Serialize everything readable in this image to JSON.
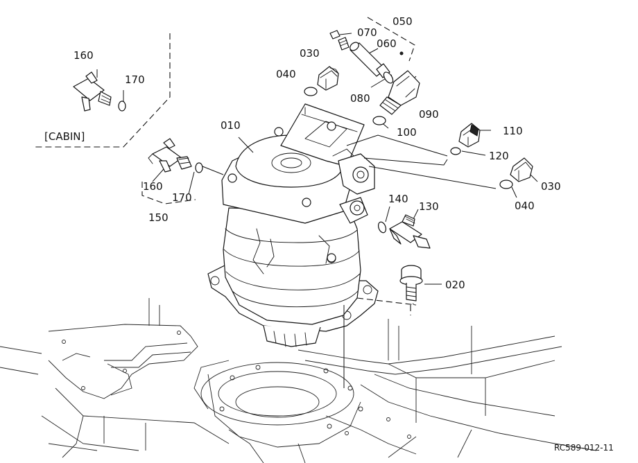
{
  "labels": {
    "p010": "010",
    "p020": "020",
    "p030a": "030",
    "p030b": "030",
    "p040a": "040",
    "p040b": "040",
    "p050": "050",
    "p060": "060",
    "p070": "070",
    "p080": "080",
    "p090": "090",
    "p100": "100",
    "p110": "110",
    "p120": "120",
    "p130": "130",
    "p140": "140",
    "p150": "150",
    "p160a": "160",
    "p160b": "160",
    "p170a": "170",
    "p170b": "170",
    "cabin": "[CABIN]",
    "drawing_ref": "RC589-012-11"
  }
}
